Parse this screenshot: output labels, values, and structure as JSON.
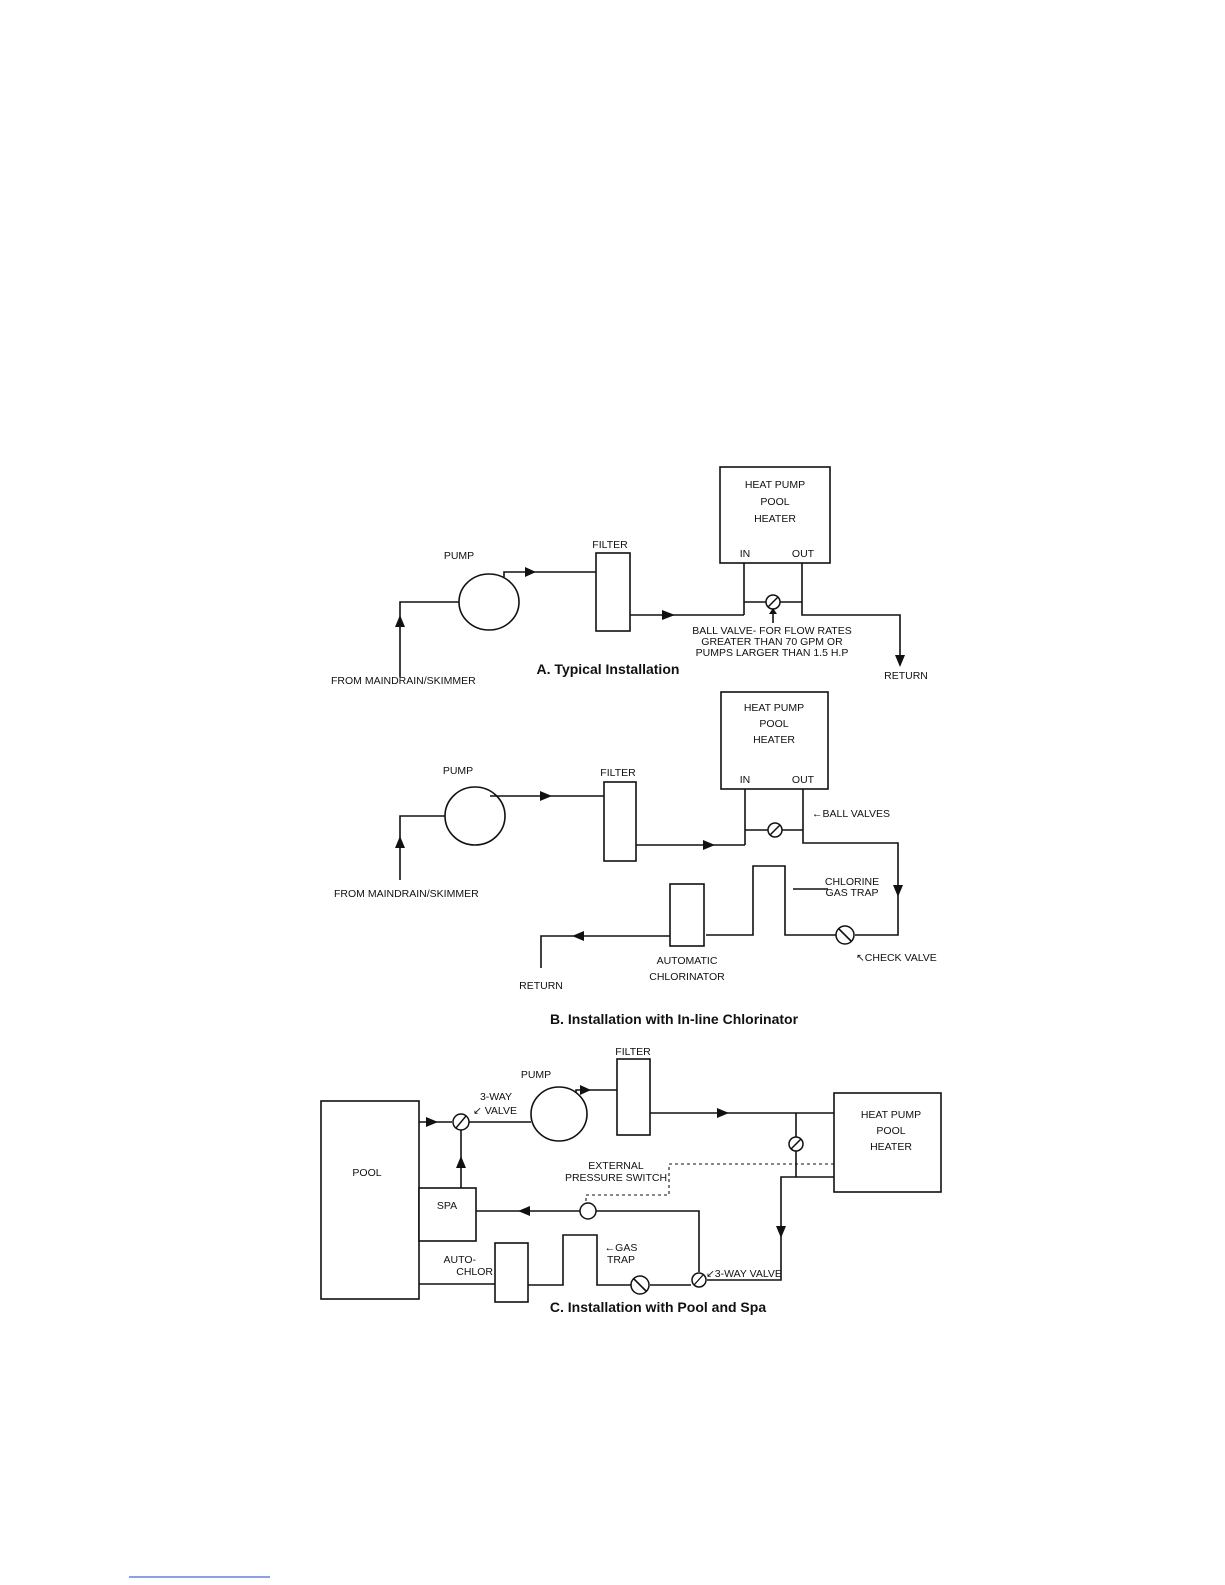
{
  "diagram_a": {
    "heater": [
      "HEAT PUMP",
      "POOL",
      "HEATER"
    ],
    "in": "IN",
    "out": "OUT",
    "pump": "PUMP",
    "filter": "FILTER",
    "from": "FROM  MAINDRAIN/SKIMMER",
    "return": "RETURN",
    "ball_valve_note": [
      "BALL VALVE- FOR FLOW RATES",
      "GREATER THAN 70 GPM OR",
      "PUMPS LARGER THAN 1.5 H.P"
    ],
    "caption": "A. Typical Installation"
  },
  "diagram_b": {
    "heater": [
      "HEAT PUMP",
      "POOL",
      "HEATER"
    ],
    "in": "IN",
    "out": "OUT",
    "pump": "PUMP",
    "filter": "FILTER",
    "from": "FROM MAINDRAIN/SKIMMER",
    "ball_valves": "←BALL VALVES",
    "gas_trap": [
      "CHLORINE",
      "GAS TRAP"
    ],
    "check_valve": "↖CHECK VALVE",
    "chlorinator": [
      "AUTOMATIC",
      "CHLORINATOR"
    ],
    "return": "RETURN",
    "caption": "B. Installation with In-line Chlorinator"
  },
  "diagram_c": {
    "pump": "PUMP",
    "filter": "FILTER",
    "three_way_valve_top": [
      "3-WAY",
      "↙ VALVE"
    ],
    "heater": [
      "HEAT PUMP",
      "POOL",
      "HEATER"
    ],
    "pool": "POOL",
    "spa": "SPA",
    "pressure_switch": [
      "EXTERNAL",
      "PRESSURE SWITCH"
    ],
    "autochlor": [
      "AUTO-",
      "CHLOR"
    ],
    "gas_trap": [
      "←GAS",
      "TRAP"
    ],
    "three_way_valve_bottom": "↙3-WAY VALVE",
    "caption": "C. Installation with Pool and Spa"
  }
}
